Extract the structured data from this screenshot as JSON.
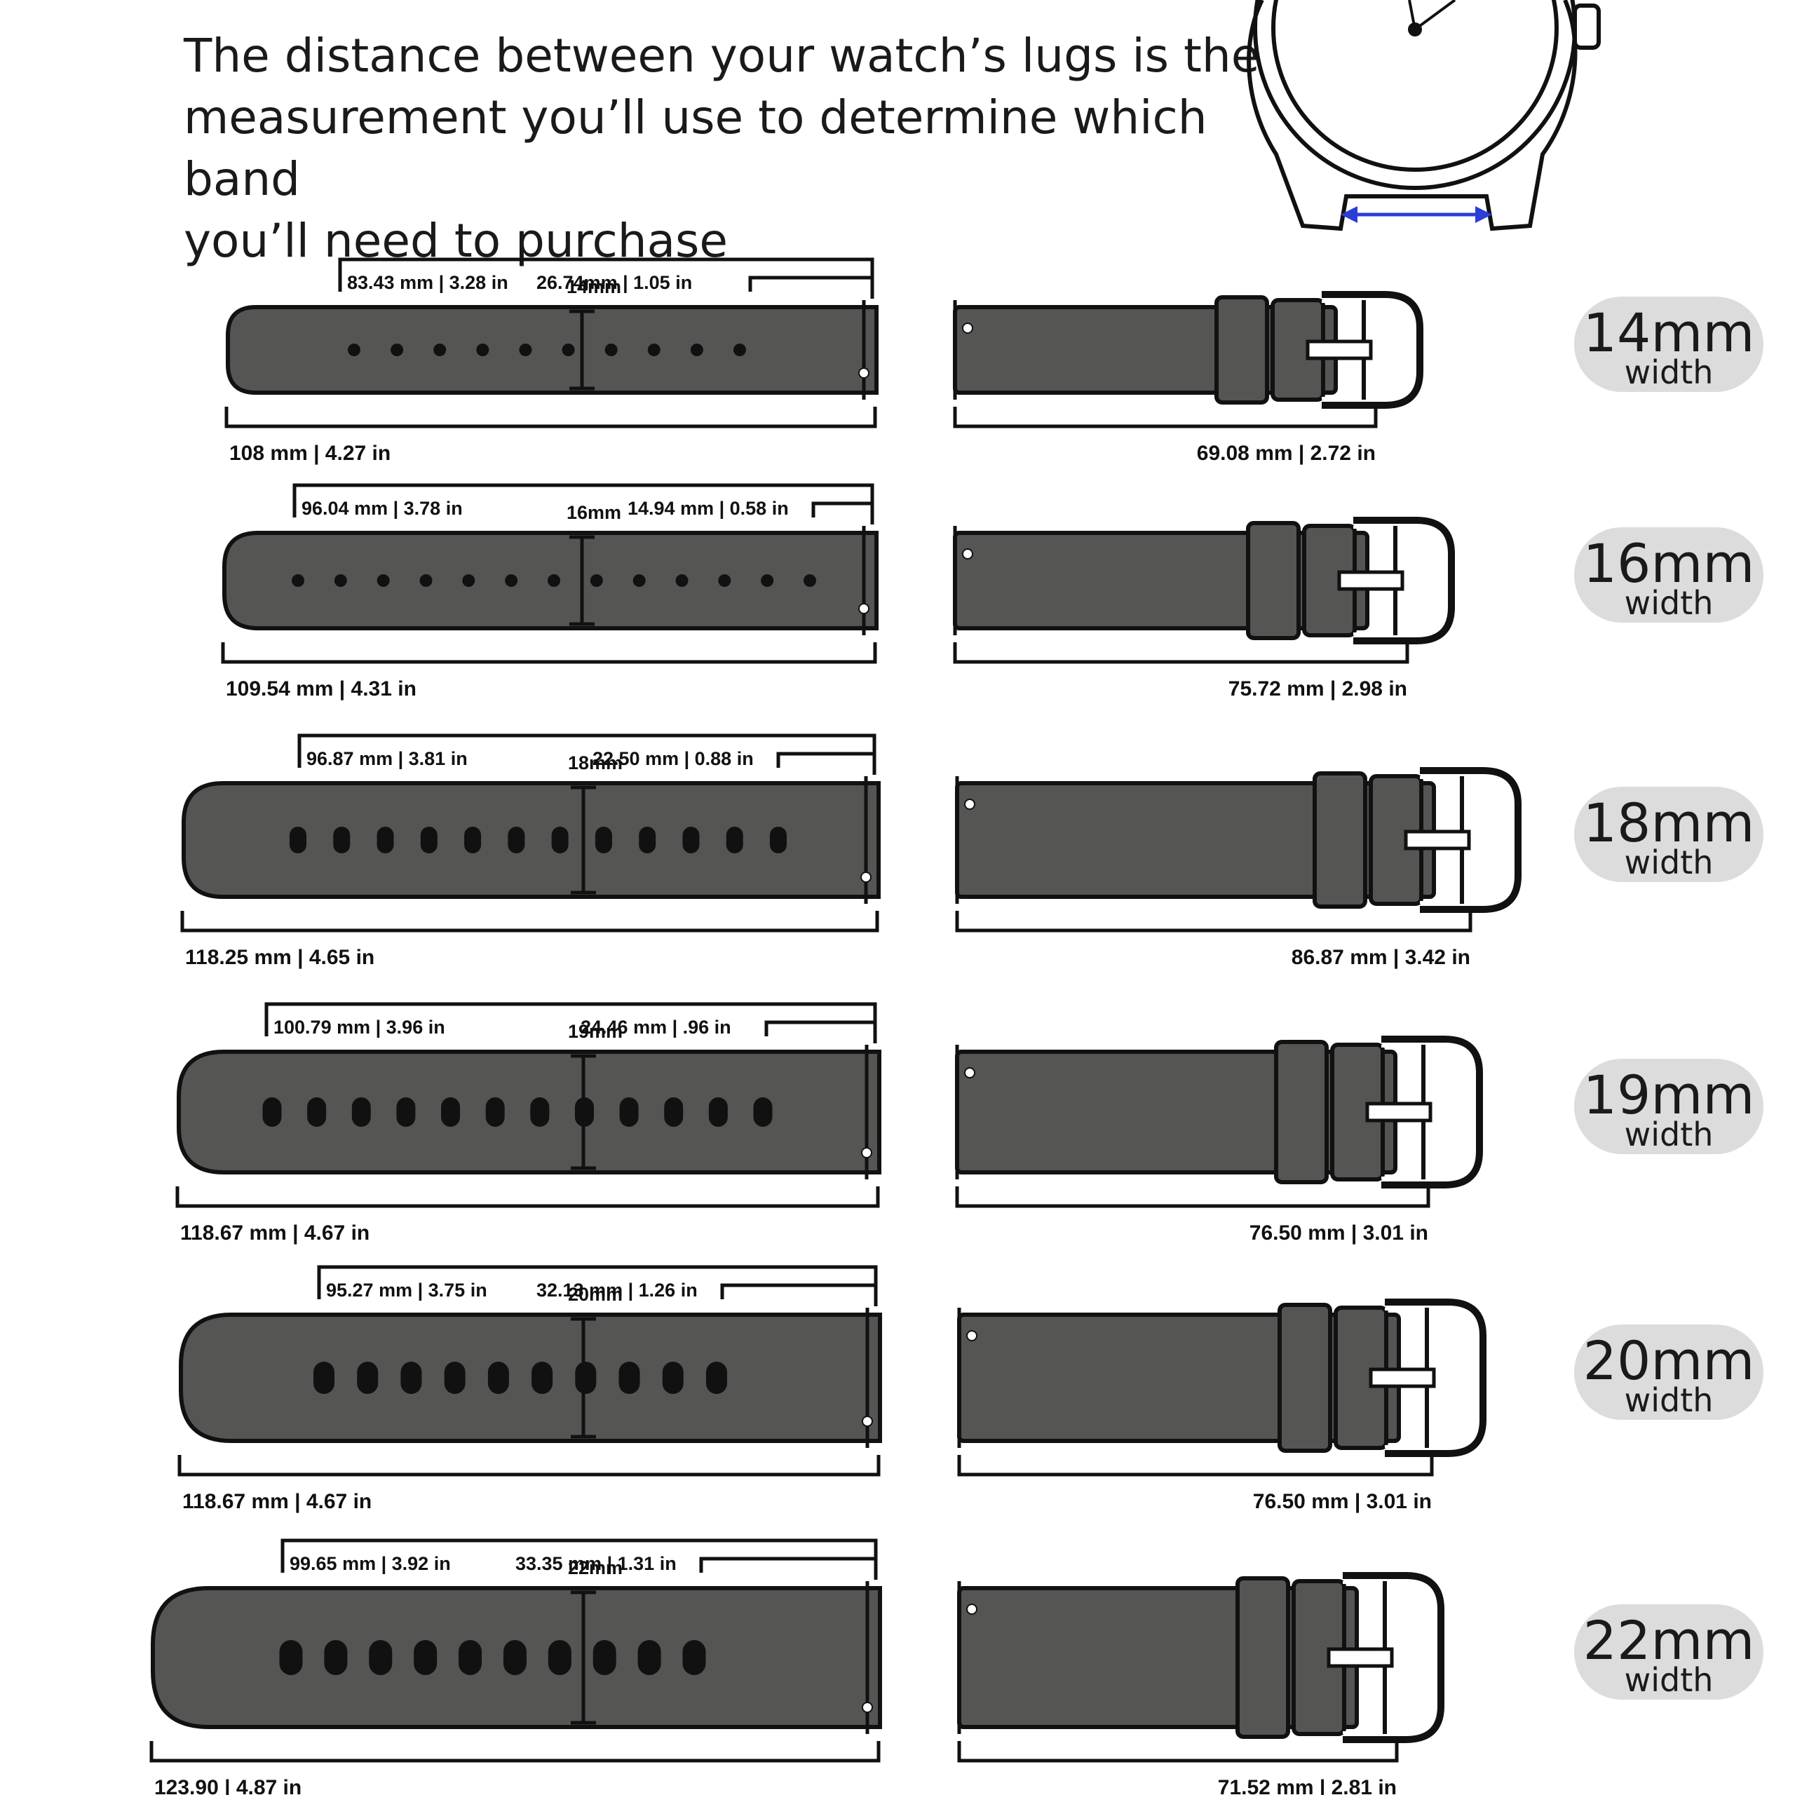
{
  "headline": {
    "line1": "The distance between your watch’s lugs is the",
    "line2": "measurement you’ll use to determine which band",
    "line3": "you’ll need to purchase"
  },
  "colors": {
    "band": "#555553",
    "outline": "#111111",
    "badge": "#dcdcdc",
    "arrow": "#2a3fd6"
  },
  "bands": [
    {
      "width_label": "14mm",
      "badge_num": "14mm",
      "badge_sub": "width",
      "long_total": "108 mm | 4.27 in",
      "hole_span": "83.43 mm | 3.28 in",
      "tip_len": "26.74mm | 1.05 in",
      "short_total": "69.08 mm | 2.72 in",
      "holes": 10,
      "hole_shape": "round"
    },
    {
      "width_label": "16mm",
      "badge_num": "16mm",
      "badge_sub": "width",
      "long_total": "109.54 mm | 4.31 in",
      "hole_span": "96.04 mm | 3.78 in",
      "tip_len": "14.94 mm | 0.58 in",
      "short_total": "75.72 mm | 2.98 in",
      "holes": 13,
      "hole_shape": "round"
    },
    {
      "width_label": "18mm",
      "badge_num": "18mm",
      "badge_sub": "width",
      "long_total": "118.25 mm | 4.65 in",
      "hole_span": "96.87 mm | 3.81 in",
      "tip_len": "22.50 mm | 0.88 in",
      "short_total": "86.87 mm | 3.42 in",
      "holes": 12,
      "hole_shape": "oval"
    },
    {
      "width_label": "19mm",
      "badge_num": "19mm",
      "badge_sub": "width",
      "long_total": "118.67 mm | 4.67 in",
      "hole_span": "100.79 mm | 3.96 in",
      "tip_len": "24.46 mm | .96 in",
      "short_total": "76.50 mm | 3.01 in",
      "holes": 12,
      "hole_shape": "oval"
    },
    {
      "width_label": "20mm",
      "badge_num": "20mm",
      "badge_sub": "width",
      "long_total": "118.67 mm | 4.67 in",
      "hole_span": "95.27 mm | 3.75 in",
      "tip_len": "32.13 mm | 1.26 in",
      "short_total": "76.50 mm | 3.01 in",
      "holes": 10,
      "hole_shape": "oval"
    },
    {
      "width_label": "22mm",
      "badge_num": "22mm",
      "badge_sub": "width",
      "long_total": "123.90 | 4.87 in",
      "hole_span": "99.65 mm | 3.92 in",
      "tip_len": "33.35 mm | 1.31 in",
      "short_total": "71.52 mm | 2.81 in",
      "holes": 10,
      "hole_shape": "oval"
    }
  ]
}
